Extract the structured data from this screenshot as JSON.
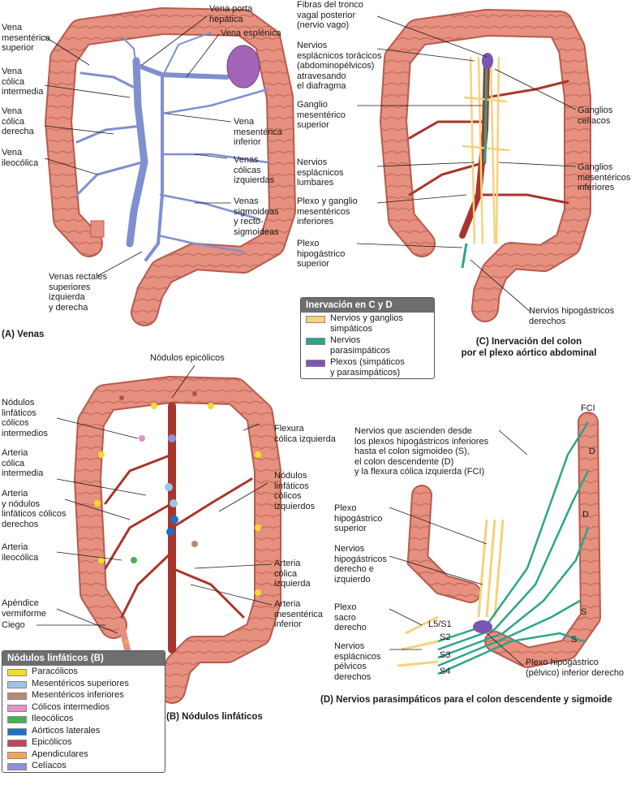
{
  "panel_a": {
    "caption": "(A) Venas",
    "labels": [
      "Vena\nmesentérica\nsuperior",
      "Vena\ncólica\nintermedia",
      "Vena\ncólica\nderecha",
      "Vena\nileocólica",
      "Vena porta\nhepática",
      "Vena esplénica",
      "Vena\nmesentérica\ninferior",
      "Venas\ncólicas\nizquierdas",
      "Venas\nsigmoideas\ny recto-\nsigmoideas",
      "Venas rectales\nsuperiores\nizquierda\ny derecha"
    ]
  },
  "panel_b": {
    "caption": "(B) Nódulos linfáticos",
    "labels": [
      "Nódulos epicólicos",
      "Nódulos\nlinfáticos\ncólicos\nintermedios",
      "Arteria\ncólica\nintermedia",
      "Arteria\ny nódulos\nlinfáticos cólicos\nderechos",
      "Arteria\nileocólica",
      "Apéndice\nvermiforme",
      "Ciego",
      "Flexura\ncólica izquierda",
      "Nódulos\nlinfáticos\ncólicos\nizquierdos",
      "Arteria\ncólica\nizquierda",
      "Arteria\nmesentérica\ninferior"
    ],
    "legend": {
      "title": "Nódulos linfáticos (B)",
      "items": [
        {
          "label": "Paracólicos",
          "color": "#f2dc2a"
        },
        {
          "label": "Mesentéricos superiores",
          "color": "#9dc3e6"
        },
        {
          "label": "Mesentéricos inferiores",
          "color": "#b98a74"
        },
        {
          "label": "Cólicos intermedios",
          "color": "#e58fc4"
        },
        {
          "label": "Ileocólicos",
          "color": "#4caf50"
        },
        {
          "label": "Aórticos laterales",
          "color": "#1f6fc5"
        },
        {
          "label": "Epicólicos",
          "color": "#c0475f"
        },
        {
          "label": "Apendiculares",
          "color": "#f0a65a"
        },
        {
          "label": "Celíacos",
          "color": "#8f92d6"
        }
      ]
    }
  },
  "panel_c": {
    "caption": "(C) Inervación del colon\npor el plexo aórtico abdominal",
    "labels": [
      "Fibras del tronco\nvagal posterior\n(nervio vago)",
      "Nervios\nesplácnicos torácicos\n(abdominopélvicos)\natravesando\nel diafragma",
      "Ganglio\nmesentérico\nsuperior",
      "Nervios\nesplácnicos\nlumbares",
      "Plexo y ganglio\nmesentéricos\ninferiores",
      "Plexo\nhipogástrico\nsuperior",
      "Ganglios\ncelíacos",
      "Ganglios\nmesentéricos\ninferiores",
      "Nervios hipogástricos\nderechos"
    ],
    "legend": {
      "title": "Inervación en C y D",
      "items": [
        {
          "label": "Nervios y ganglios\nsimpáticos",
          "color": "#f6d27a"
        },
        {
          "label": "Nervios\nparasimpáticos",
          "color": "#2aa58a"
        },
        {
          "label": "Plexos (simpáticos\ny parasimpáticos)",
          "color": "#7b55b5"
        }
      ]
    }
  },
  "panel_d": {
    "caption": "(D) Nervios parasimpáticos para el colon descendente y sigmoide",
    "labels": [
      "Nervios que ascienden desde\nlos plexos hipogástricos inferiores\nhasta el colon sigmoideo (S),\nel colon descendente (D)\ny la flexura cólica izquierda (FCI)",
      "Plexo\nhipogástrico\nsuperior",
      "Nervios\nhipogástricos\nderecho e\nizquierdo",
      "Plexo\nsacro\nderecho",
      "Nervios\nesplácnicos\npélvicos\nderechos",
      "Plexo hipogástrico\n(pélvico) inferior derecho"
    ],
    "segments": [
      "FCI",
      "D",
      "D",
      "S",
      "S"
    ],
    "roots": [
      "L5/S1",
      "S2",
      "S3",
      "S4"
    ]
  },
  "colors": {
    "colon": "#e6907f",
    "colon_edge": "#b85a4f",
    "vein": "#7f8fd0",
    "artery": "#a8352b",
    "sympathetic": "#f6d27a",
    "parasympathetic": "#2aa58a",
    "plexus": "#7b55b5"
  }
}
